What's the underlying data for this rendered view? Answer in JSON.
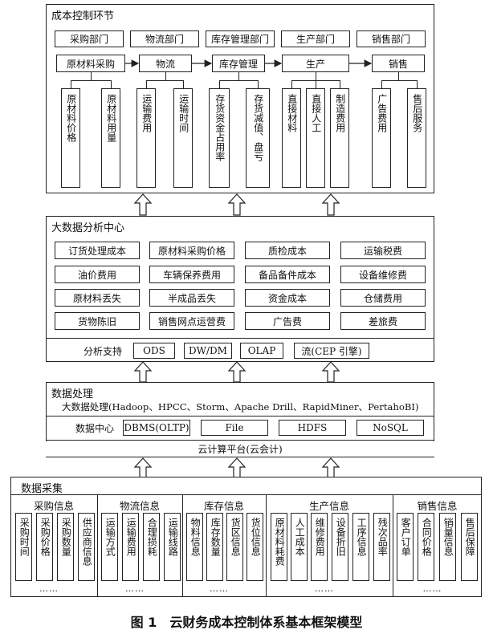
{
  "cost_control": {
    "title": "成本控制环节",
    "departments": [
      "采购部门",
      "物流部门",
      "库存管理部门",
      "生产部门",
      "销售部门"
    ],
    "stages": [
      "原材料采购",
      "物流",
      "库存管理",
      "生产",
      "销售"
    ],
    "items": [
      [
        "原材料价格",
        "原材料用量"
      ],
      [
        "运输费用",
        "运输时间"
      ],
      [
        "存货资金占用率",
        "存货减值、盘亏"
      ],
      [
        "直接材料",
        "直接人工",
        "制造费用"
      ],
      [
        "广告费用",
        "售后服务"
      ]
    ]
  },
  "big_data": {
    "title": "大数据分析中心",
    "grid": [
      [
        "订货处理成本",
        "原材料采购价格",
        "质检成本",
        "运输税费"
      ],
      [
        "油价费用",
        "车辆保养费用",
        "备品备件成本",
        "设备维修费"
      ],
      [
        "原材料丢失",
        "半成品丢失",
        "资金成本",
        "仓储费用"
      ],
      [
        "货物陈旧",
        "销售网点运营费",
        "广告费",
        "差旅费"
      ]
    ],
    "support_label": "分析支持",
    "support_items": [
      "ODS",
      "DW/DM",
      "OLAP",
      "流(CEP 引擎)"
    ]
  },
  "processing": {
    "title": "数据处理",
    "tools_line": "大数据处理(Hadoop、HPCC、Storm、Apache Drill、RapidMiner、PertahoBI)",
    "center_label": "数据中心",
    "center_items": [
      "DBMS(OLTP)",
      "File",
      "HDFS",
      "NoSQL"
    ],
    "platform": "云计算平台(云会计)"
  },
  "collection": {
    "title": "数据采集",
    "groups": [
      {
        "title": "采购信息",
        "items": [
          "采购时间",
          "采购价格",
          "采购数量",
          "供应商信息"
        ]
      },
      {
        "title": "物流信息",
        "items": [
          "运输方式",
          "运输费用",
          "合理损耗",
          "运输线路"
        ]
      },
      {
        "title": "库存信息",
        "items": [
          "物料信息",
          "库存数量",
          "货区信息",
          "货位信息"
        ]
      },
      {
        "title": "生产信息",
        "items": [
          "原材料耗费",
          "人工成本",
          "维修费用",
          "设备折旧",
          "工序信息",
          "残次品率"
        ]
      },
      {
        "title": "销售信息",
        "items": [
          "客户订单",
          "合同价格",
          "销量信息",
          "售后保障"
        ]
      }
    ],
    "ellipsis": "……"
  },
  "caption": "图 1　云财务成本控制体系基本框架模型"
}
